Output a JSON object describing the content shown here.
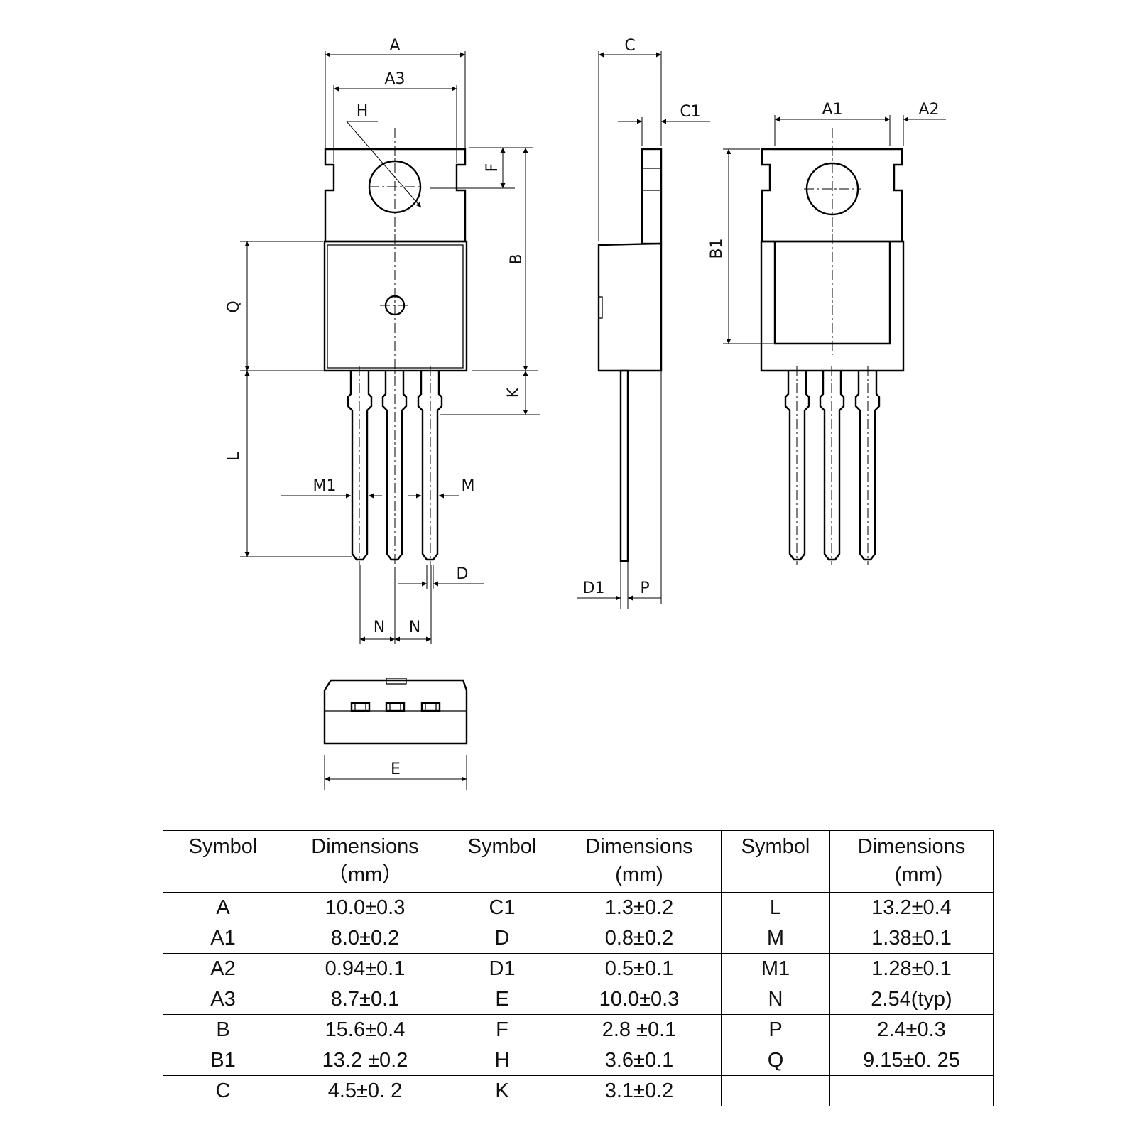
{
  "drawing_labels": {
    "A": "A",
    "A1": "A1",
    "A2": "A2",
    "A3": "A3",
    "B": "B",
    "B1": "B1",
    "C": "C",
    "C1": "C1",
    "D": "D",
    "D1": "D1",
    "E": "E",
    "F": "F",
    "H": "H",
    "K": "K",
    "L": "L",
    "M": "M",
    "M1": "M1",
    "N": "N",
    "P": "P",
    "Q": "Q"
  },
  "table": {
    "headers": [
      {
        "symbol": "Symbol",
        "dim_line1": "Dimensions",
        "dim_line2": "（mm）"
      },
      {
        "symbol": "Symbol",
        "dim_line1": "Dimensions",
        "dim_line2": "(mm)"
      },
      {
        "symbol": "Symbol",
        "dim_line1": "Dimensions",
        "dim_line2": "(mm)"
      }
    ],
    "rows": [
      [
        "A",
        "10.0±0.3",
        "C1",
        "1.3±0.2",
        "L",
        "13.2±0.4"
      ],
      [
        "A1",
        "8.0±0.2",
        "D",
        "0.8±0.2",
        "M",
        "1.38±0.1"
      ],
      [
        "A2",
        "0.94±0.1",
        "D1",
        "0.5±0.1",
        "M1",
        "1.28±0.1"
      ],
      [
        "A3",
        "8.7±0.1",
        "E",
        "10.0±0.3",
        "N",
        "2.54(typ)"
      ],
      [
        "B",
        "15.6±0.4",
        "F",
        "2.8 ±0.1",
        "P",
        "2.4±0.3"
      ],
      [
        "B1",
        "13.2 ±0.2",
        "H",
        "3.6±0.1",
        "Q",
        "9.15±0. 25"
      ],
      [
        "C",
        "4.5±0. 2",
        "K",
        "3.1±0.2",
        "",
        ""
      ]
    ]
  }
}
